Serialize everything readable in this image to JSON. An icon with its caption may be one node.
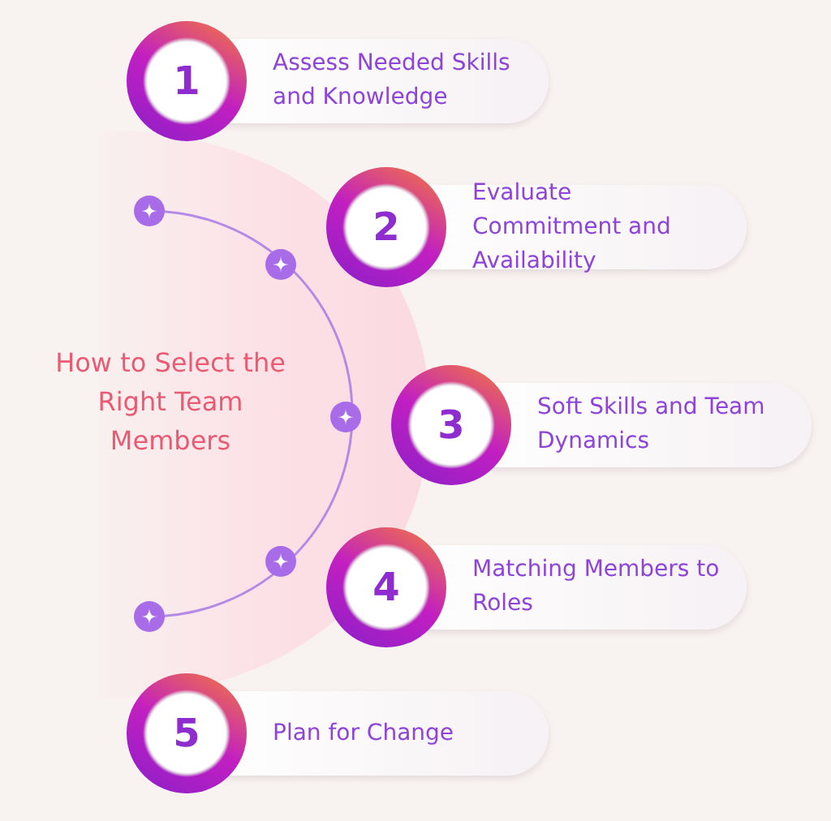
{
  "diagram": {
    "nodes": [
      {
        "text": [
          "How to Select the Right Team Members"
        ]
      },
      {
        "text": [
          "1",
          "Assess Needed Skills and Knowledge"
        ]
      },
      {
        "text": [
          "2",
          "Evaluate Commitment and Availability"
        ]
      },
      {
        "text": [
          "3",
          "Soft Skills and Team Dynamics"
        ]
      },
      {
        "text": [
          "4",
          "Matching Members to Roles"
        ]
      },
      {
        "text": [
          "5",
          "Plan for Change"
        ]
      }
    ]
  }
}
